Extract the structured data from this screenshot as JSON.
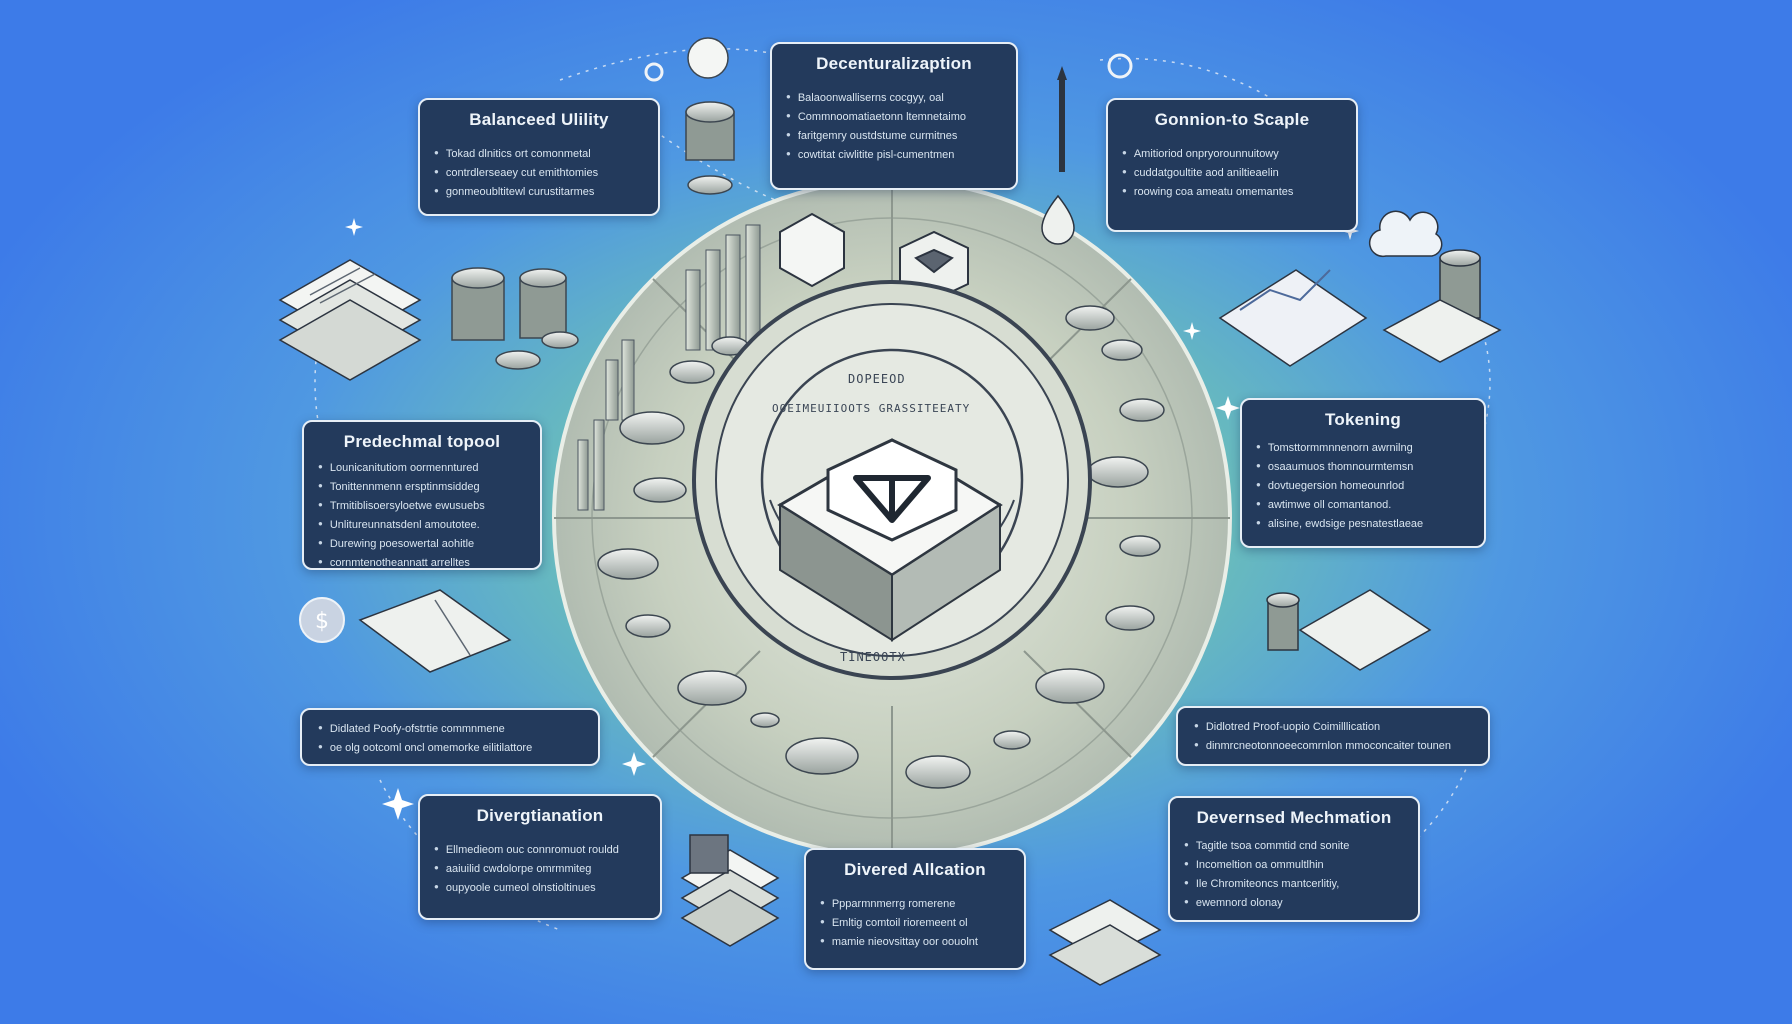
{
  "colors": {
    "background_edge": "#3d7be8",
    "background_center": "#8fd6a8",
    "box_fill": "#233a5c",
    "box_border": "#e6eef6",
    "wheel_fill": "#c9d2c0",
    "hub_ring": "#3a4452"
  },
  "center": {
    "label_top": "DOPEEOD",
    "label_ring": "OOEIMEUIIOOTS GRASSITEEATY",
    "label_bottom": "TINEOOTX",
    "icon": "token-logo-icon"
  },
  "boxes": {
    "balanced_utility": {
      "title": "Balanceed Ulility",
      "items": [
        "Tokad dlnitics ort comonmetal",
        "contrdlerseaey cut emithtomies",
        "gonmeoubltitewl curustitarmes"
      ]
    },
    "decentralization": {
      "title": "Decenturalizaption",
      "items": [
        "Balaoonwalliserns cocgyy, oal",
        "Commnoomatiaetonn ltemnetaimo",
        "faritgemry oustdstume curmitnes",
        "cowtitat ciwlitite pisl-cumentmen"
      ]
    },
    "growth_scale": {
      "title": "Gonnion-to Scaple",
      "items": [
        "Amitioriod onpryorounnuitowy",
        "cuddatgoultite aod aniltieaelin",
        "roowing coa ameatu omemantes"
      ]
    },
    "predictable_supply": {
      "title": "Predechmal topool",
      "items": [
        "Lounicanitutiom oormenntured",
        "Tonittennmenn ersptinmsiddeg",
        "Trmitiblisoersyloetwe ewusuebs",
        "Unlitureunnatsdenl amoutotee.",
        "Durewing poesowertal aohitle",
        "cornmtenotheannatt arrelltes"
      ]
    },
    "tokenomics": {
      "title": "Tokening",
      "items": [
        "Tomsttormmnnenorn awrnilng",
        "osaaumuos thomnourmtemsn",
        "dovtuegersion homeounrlod",
        "awtimwe oll comantanod.",
        "alisine, ewdsige pesnatestlaeae"
      ]
    },
    "distributed_left": {
      "title": "",
      "items": [
        "Didlated Poofy-ofstrtie commnmene",
        "oe olg ootcoml oncl omemorke eilitilattore"
      ]
    },
    "distributed_right": {
      "title": "",
      "items": [
        "Didlotred Proof-uopio Coimilllication",
        "dinmrcneotonnoeecomrnlon mmoconcaiter tounen"
      ]
    },
    "diversification": {
      "title": "Divergtianation",
      "items": [
        "Ellmedieom ouc connromuot rouldd",
        "aaiuilid cwdolorpe omrmmiteg",
        "oupyoole cumeol olnstioltinues"
      ]
    },
    "diverse_allocation": {
      "title": "Divered Allcation",
      "items": [
        "Ppparmnmerrg romerene",
        "Emltig comtoil rioremeent ol",
        "mamie nieovsittay oor oouolnt"
      ]
    },
    "governed_mechanism": {
      "title": "Devernsed Mechmation",
      "items": [
        "Tagitle tsoa commtid cnd sonite",
        "Incomeltion oa ommultlhin",
        "Ile Chromiteoncs mantcerlitiy,",
        "ewemnord olonay"
      ]
    }
  }
}
